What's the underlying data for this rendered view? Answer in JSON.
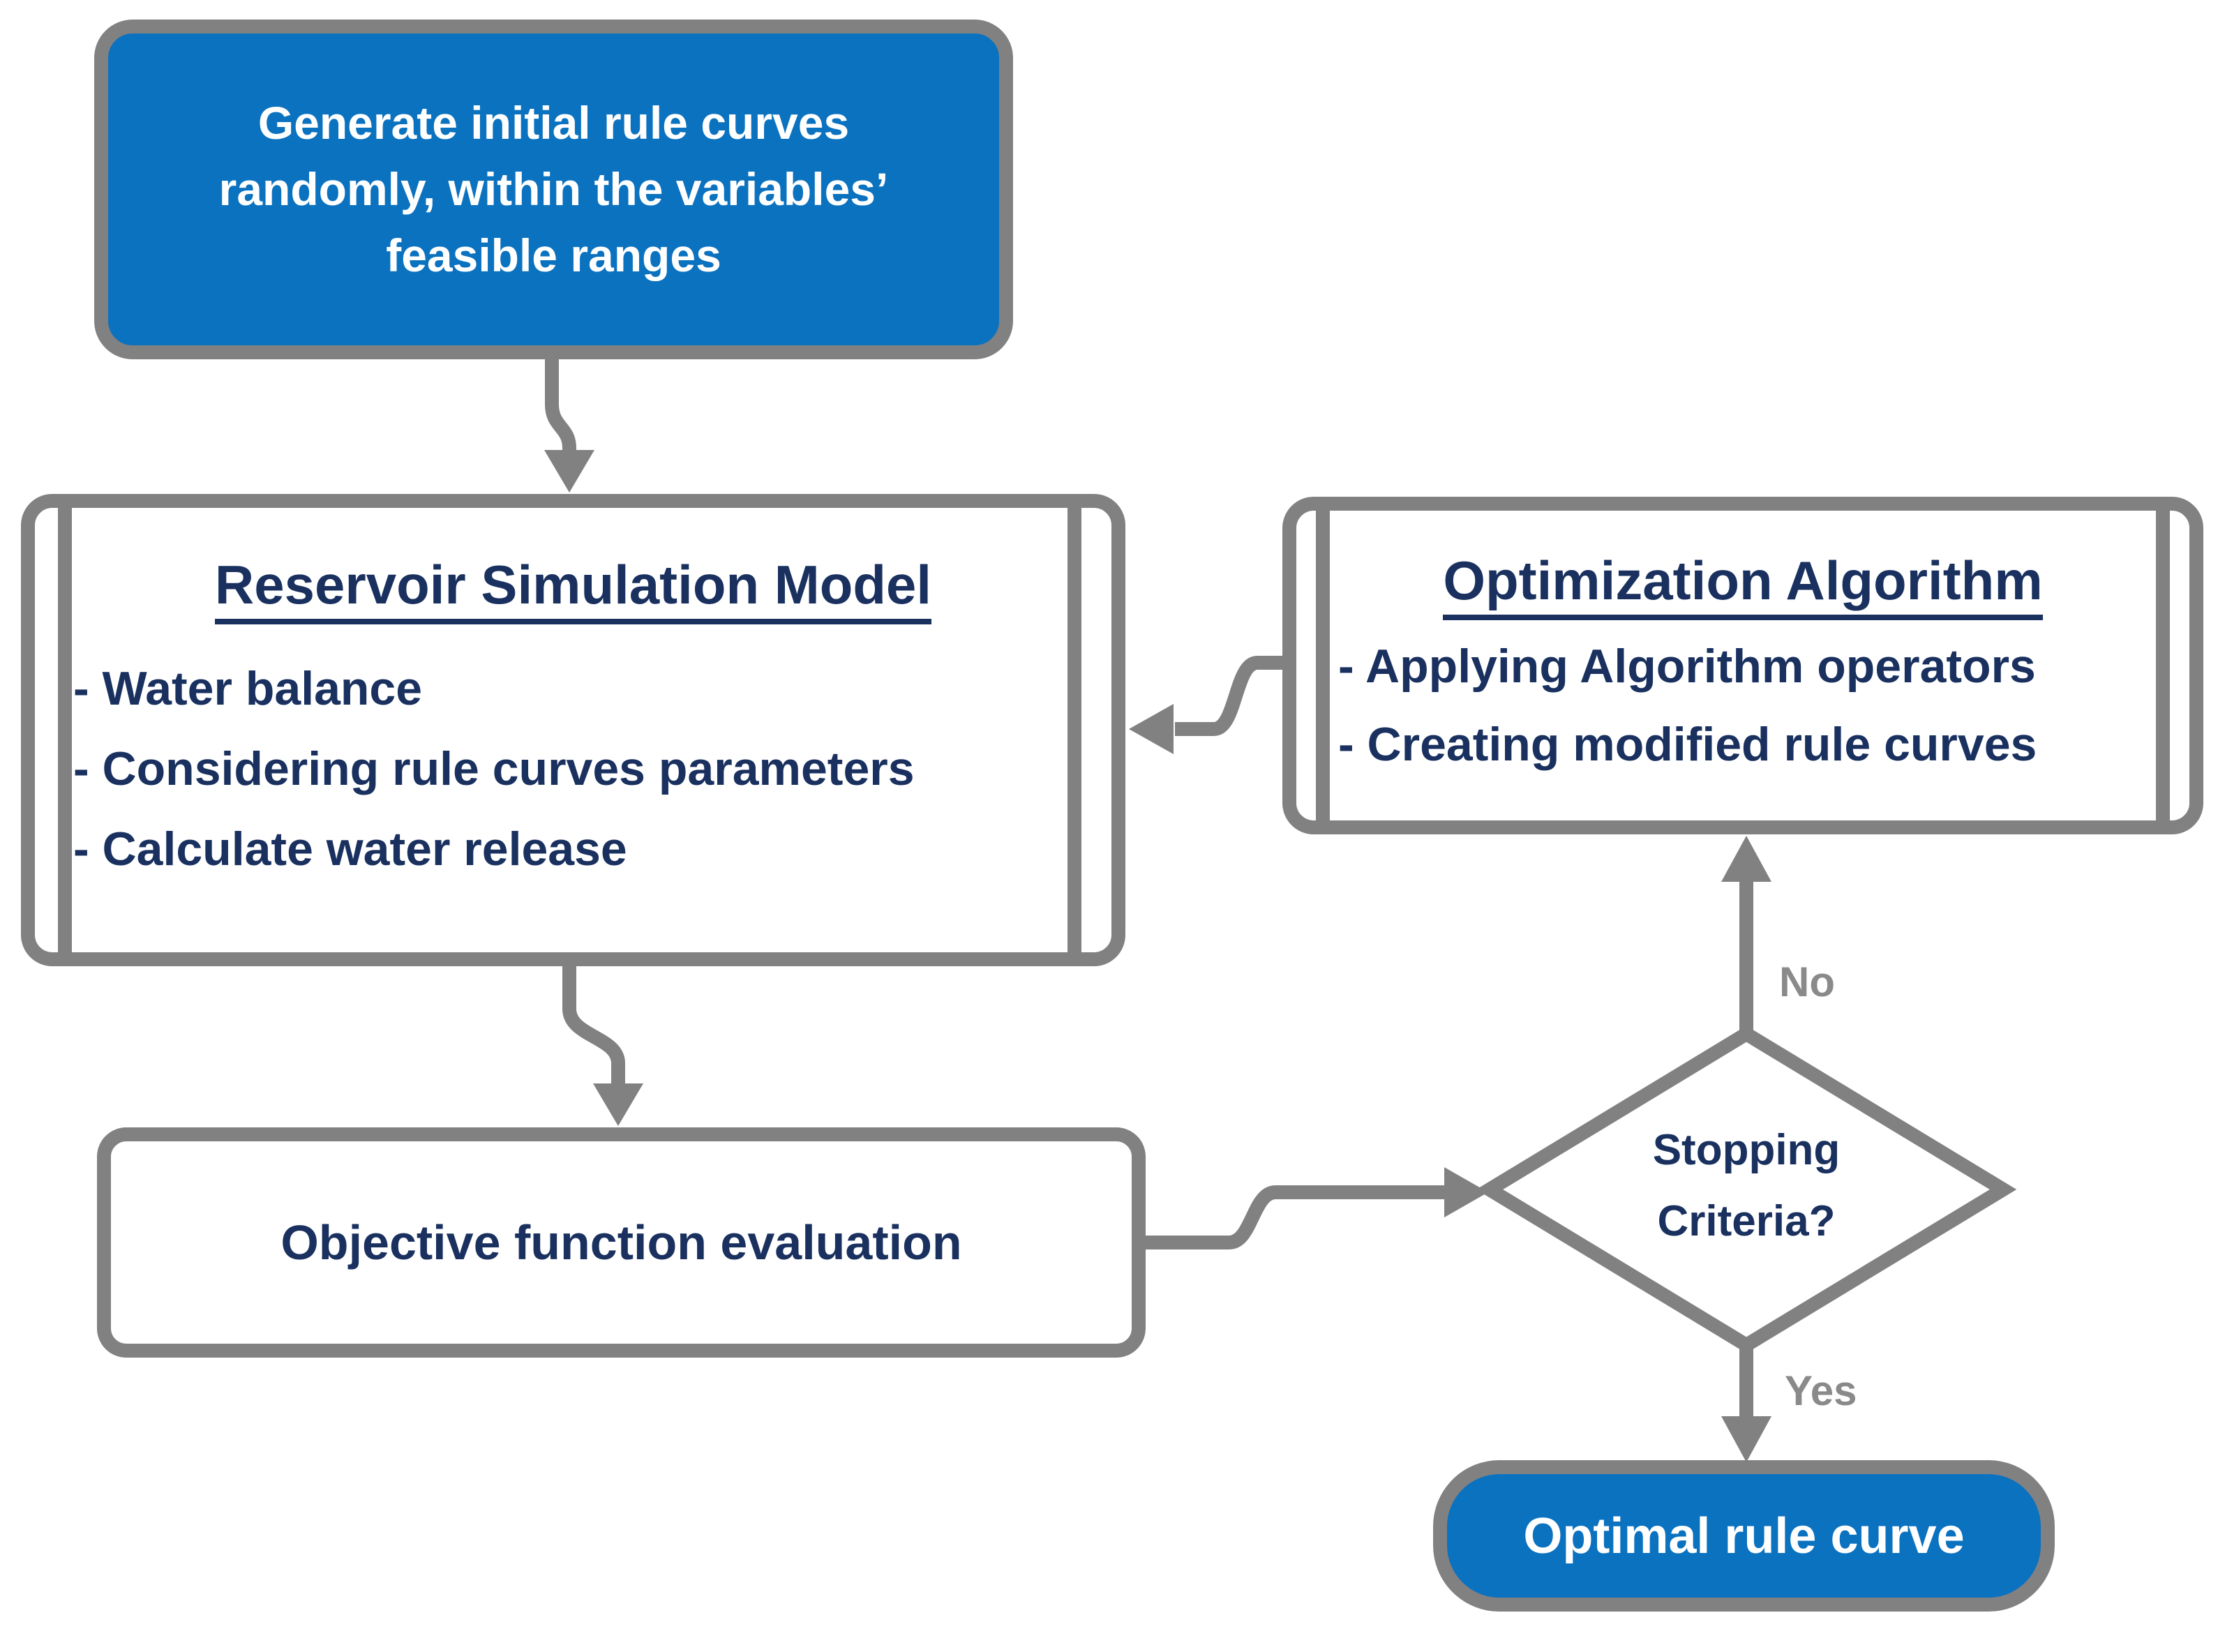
{
  "colors": {
    "accent_blue": "#0b72c0",
    "line_gray": "#818181",
    "text_navy": "#1a3160",
    "edge_label_gray": "#8a8a8a",
    "background": "#ffffff"
  },
  "nodes": {
    "start": {
      "line1": "Generate initial rule curves",
      "line2": "randomly, within the variables’",
      "line3": "feasible ranges"
    },
    "reservoir": {
      "title": "Reservoir Simulation Model",
      "items": [
        "- Water balance",
        "- Considering rule curves parameters",
        "- Calculate water release"
      ]
    },
    "optimization": {
      "title": "Optimization Algorithm",
      "items": [
        "- Applying Algorithm operators",
        "- Creating modified rule curves"
      ]
    },
    "objective": {
      "label": "Objective function evaluation"
    },
    "decision": {
      "line1": "Stopping",
      "line2": "Criteria?"
    },
    "optimal": {
      "label": "Optimal rule curve"
    }
  },
  "edges": {
    "no_label": "No",
    "yes_label": "Yes"
  }
}
